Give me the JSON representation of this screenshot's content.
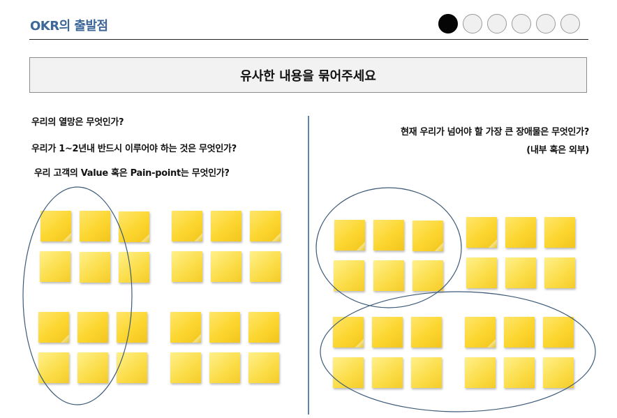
{
  "header": {
    "title": "OKR의 출발점",
    "step_count": 6,
    "active_step": 1
  },
  "banner": {
    "text": "유사한 내용을 묶어주세요"
  },
  "left": {
    "questions": [
      "우리의 열망은 무엇인가?",
      "우리가 1~2년내 반드시 이루어야 하는 것은 무엇인가?",
      "우리 고객의 Value 혹은 Pain-point는 무엇인가?"
    ]
  },
  "right": {
    "questions": [
      "현재 우리가 넘어야 할 가장 큰 장애물은 무엇인가?",
      "(내부 혹은 외부)"
    ]
  },
  "colors": {
    "accent": "#3c6798",
    "divider": "#5b86b1",
    "note": "#fcd62f",
    "oval": "#3d5a78"
  }
}
